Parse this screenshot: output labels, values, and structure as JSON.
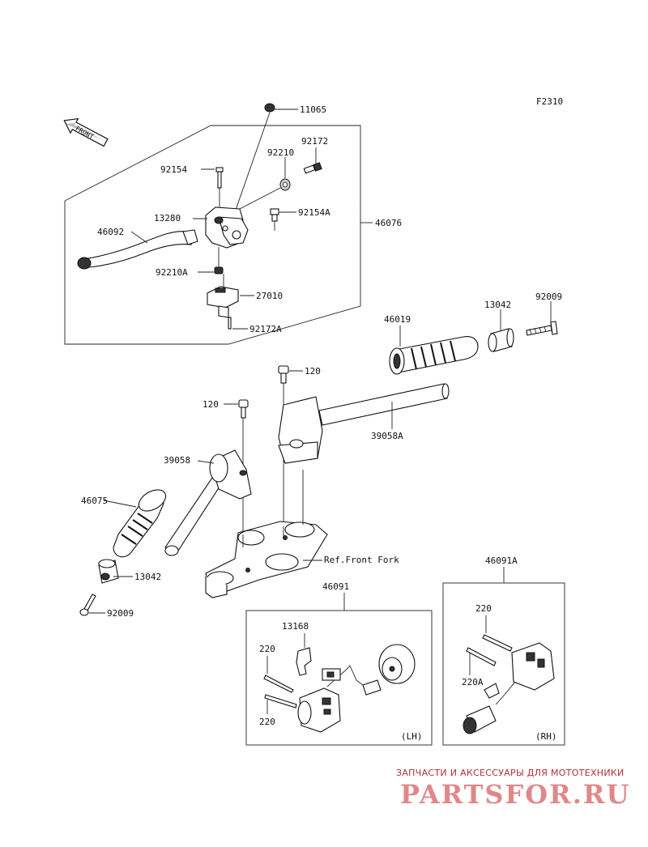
{
  "figure_code": "F2310",
  "front_arrow_text": "FRONT",
  "labels": {
    "p11065": "11065",
    "p92172": "92172",
    "p92210": "92210",
    "p92154": "92154",
    "p92154A": "92154A",
    "p13280": "13280",
    "p46076": "46076",
    "p46092": "46092",
    "p92210A": "92210A",
    "p27010": "27010",
    "p92172A": "92172A",
    "p46019": "46019",
    "p13042_right": "13042",
    "p92009_right": "92009",
    "p120_top": "120",
    "p120_left": "120",
    "p39058A": "39058A",
    "p39058": "39058",
    "p46075": "46075",
    "p13042_left": "13042",
    "p92009_left": "92009",
    "ref_front_fork": "Ref.Front Fork",
    "p46091": "46091",
    "p13168": "13168",
    "p220_a": "220",
    "p220_b": "220",
    "lh": "(LH)",
    "p46091A": "46091A",
    "p220_c": "220",
    "p220A": "220A",
    "rh": "(RH)"
  },
  "watermark": {
    "tagline": "ЗАПЧАСТИ И АКСЕССУАРЫ ДЛЯ МОТОТЕХНИКИ",
    "brand": "PARTSFOR.RU"
  }
}
